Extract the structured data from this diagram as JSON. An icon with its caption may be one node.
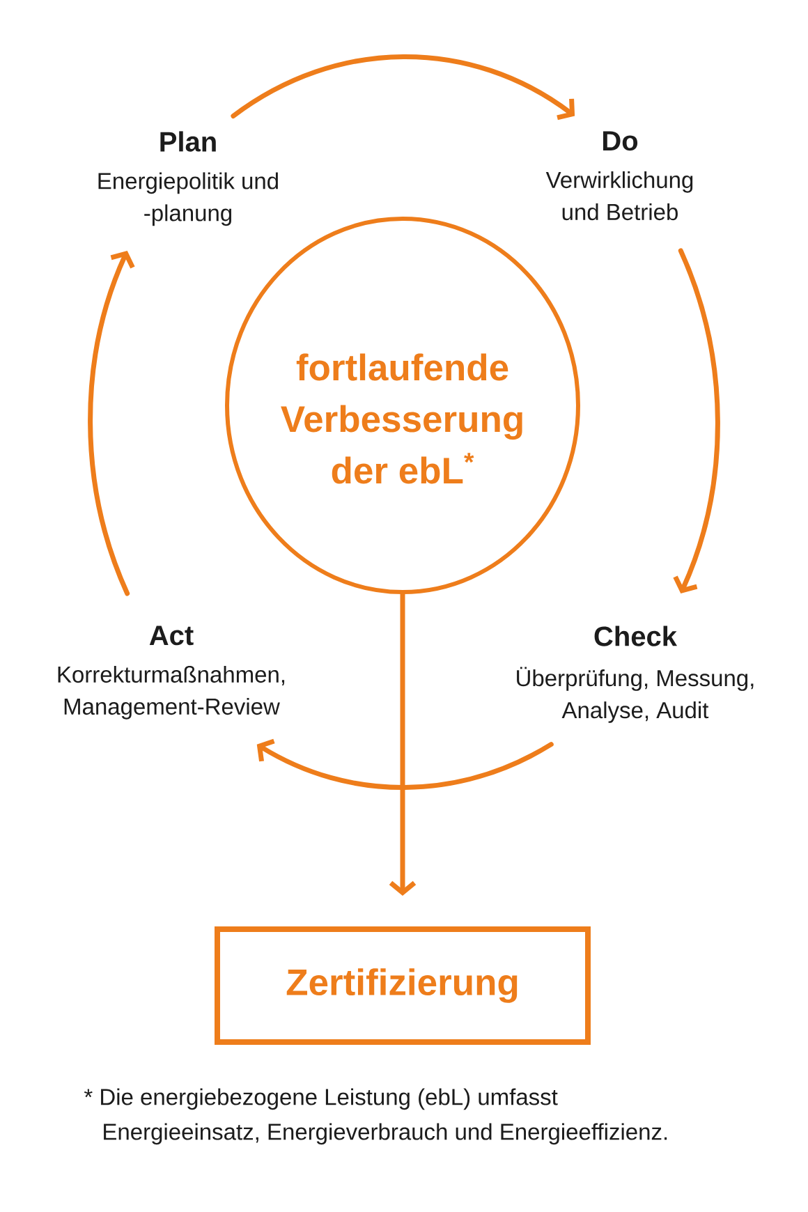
{
  "diagram": {
    "nodes": [
      {
        "text": [
          "Plan",
          "Energiepolitik und -planung"
        ]
      },
      {
        "text": [
          "Do",
          "Verwirklichung und Betrieb"
        ]
      },
      {
        "text": [
          "fortlaufende Verbesserung der ebL$^{*}$"
        ]
      },
      {
        "text": [
          "Act",
          "Korrekturmaßnahmen, Management-Review"
        ]
      },
      {
        "text": [
          "Check",
          "Überprüfung, Messung, Analyse, Audit"
        ]
      },
      {
        "text": [
          "Zertifizierung"
        ]
      }
    ],
    "edges": [
      {
        "from": 0,
        "to": 1,
        "arrow": "to"
      },
      {
        "from": 1,
        "to": 4,
        "arrow": "to"
      },
      {
        "from": 4,
        "to": 3,
        "arrow": "to"
      },
      {
        "from": 3,
        "to": 0,
        "arrow": "to"
      },
      {
        "from": 2,
        "to": 5,
        "arrow": "to"
      }
    ],
    "labels": [
      "* Die energiebezogene Leistung (ebL) umfasst Energieeinsatz, Energieverbrauch und Energieeffizienz."
    ]
  }
}
